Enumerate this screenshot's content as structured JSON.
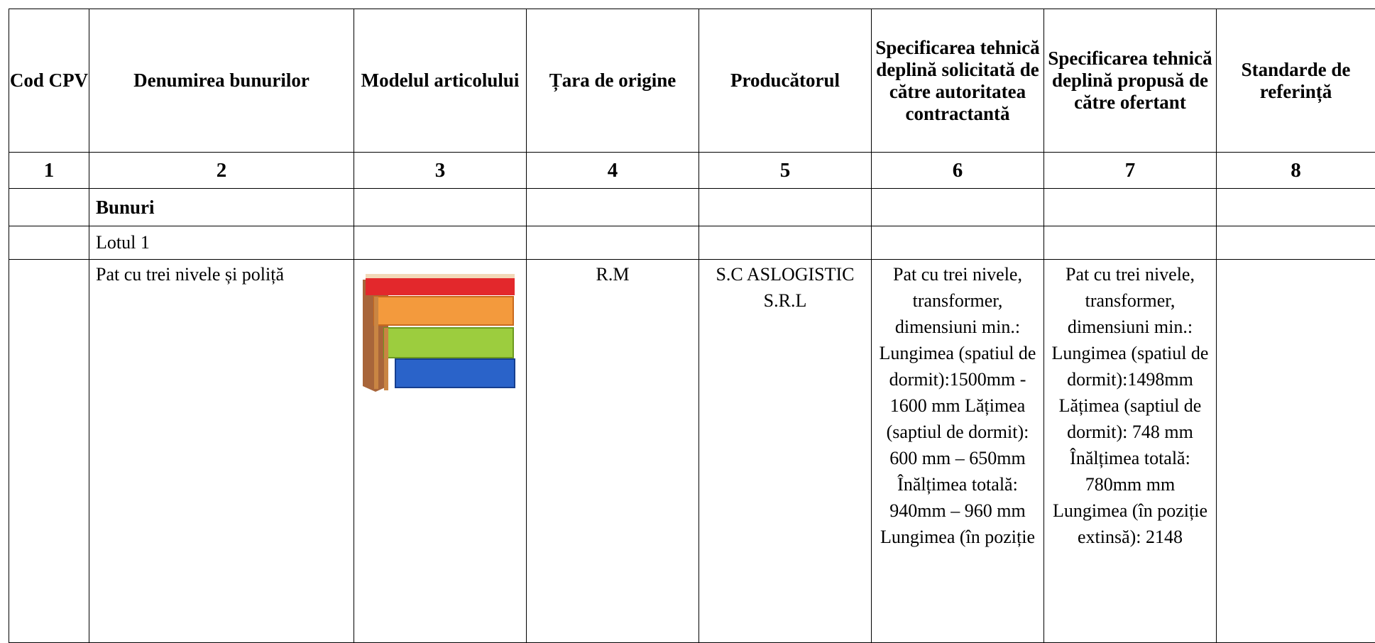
{
  "table": {
    "headers": [
      "Cod CPV",
      "Denumirea bunurilor",
      "Modelul articolului",
      "Țara de origine",
      "Producătorul",
      "Specificarea tehnică deplină solicitată de către autoritatea contractantă",
      "Specificarea tehnică deplină propusă de către ofertant",
      "Standarde de referință"
    ],
    "numbers": [
      "1",
      "2",
      "3",
      "4",
      "5",
      "6",
      "7",
      "8"
    ],
    "section_label": "Bunuri",
    "lot_label": "Lotul 1",
    "item": {
      "name": "Pat cu trei nivele și poliță",
      "model_image": "three-level bed with shelf (colored drawers)",
      "country": "R.M",
      "producer": "S.C ASLOGISTIC S.R.L",
      "spec_requested": "Pat cu trei nivele, transformer, dimensiuni min.: Lungimea (spatiul de dormit):1500mm - 1600 mm Lățimea (saptiul de dormit): 600 mm – 650mm Înălțimea totală: 940mm – 960 mm Lungimea (în poziție",
      "spec_offered": "Pat cu trei nivele, transformer, dimensiuni min.: Lungimea (spatiul de dormit):1498mm Lățimea (saptiul de dormit): 748 mm Înălțimea totală: 780mm mm Lungimea (în poziție extinsă): 2148",
      "standards": ""
    }
  },
  "colors": {
    "border": "#000000",
    "bed_top": "#e3282c",
    "bed_level1": "#f39a3d",
    "bed_level2": "#9ccd3e",
    "bed_level3": "#2a63c9",
    "bed_frame": "#b6733f"
  }
}
